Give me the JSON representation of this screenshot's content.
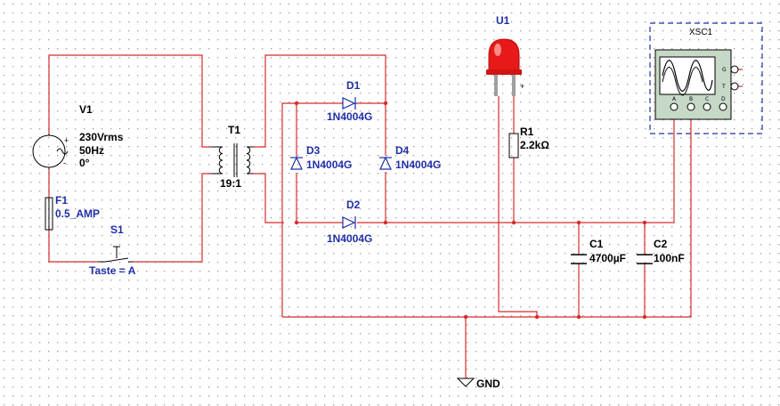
{
  "colors": {
    "wire": "#d62b2b",
    "label_text": "#000000",
    "part_text": "#1f2fa8",
    "grid_dot": "#9a9a9a",
    "led": "#e81919",
    "scope_body": "#c6d8c6",
    "scope_border": "#1f2fa8"
  },
  "components": {
    "source": {
      "ref": "V1",
      "voltage": "230Vrms",
      "frequency": "50Hz",
      "phase": "0°",
      "plus": "+",
      "minus": "-"
    },
    "fuse": {
      "ref": "F1",
      "rating": "0.5_AMP"
    },
    "switch": {
      "ref": "S1",
      "key": "Taste = A"
    },
    "transformer": {
      "ref": "T1",
      "ratio": "19:1"
    },
    "diodes": [
      {
        "ref": "D1",
        "model": "1N4004G"
      },
      {
        "ref": "D2",
        "model": "1N4004G"
      },
      {
        "ref": "D3",
        "model": "1N4004G"
      },
      {
        "ref": "D4",
        "model": "1N4004G"
      }
    ],
    "led": {
      "ref": "U1",
      "plus": "+"
    },
    "resistor": {
      "ref": "R1",
      "value": "2.2kΩ"
    },
    "capacitors": [
      {
        "ref": "C1",
        "value": "4700µF"
      },
      {
        "ref": "C2",
        "value": "100nF"
      }
    ],
    "ground": {
      "label": "GND"
    },
    "oscilloscope": {
      "ref": "XSC1",
      "terminals": [
        "A",
        "B",
        "C",
        "D"
      ],
      "side_terminals": [
        "G",
        "T"
      ]
    }
  }
}
